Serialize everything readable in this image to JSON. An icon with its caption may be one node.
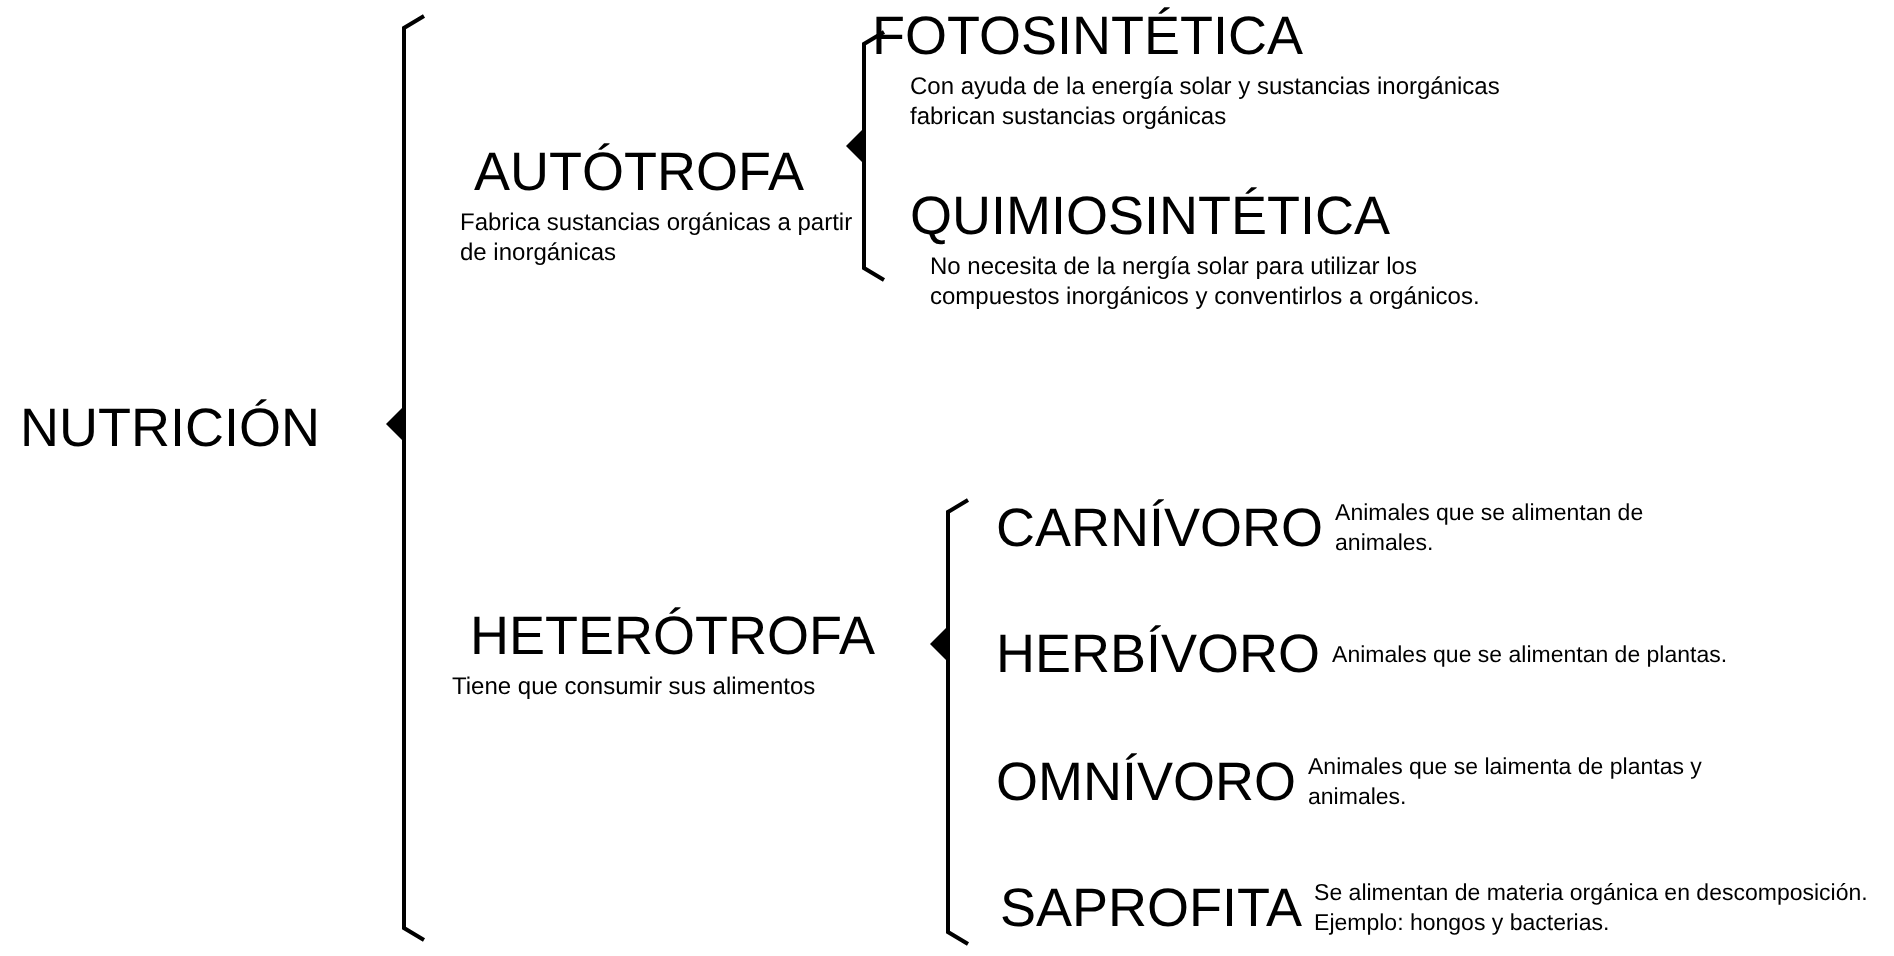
{
  "diagram": {
    "nodes": [
      {
        "text": [
          "NUTRICIÓN"
        ]
      },
      {
        "text": [
          "AUTÓTROFA",
          "Fabrica sustancias orgánicas a partir de inorgánicas"
        ]
      },
      {
        "text": [
          "FOTOSINTÉTICA",
          "Con ayuda de la energía solar y sustancias inorgánicas fabrican sustancias orgánicas"
        ]
      },
      {
        "text": [
          "QUIMIOSINTÉTICA",
          "No necesita de la nergía solar para utilizar los compuestos inorgánicos y conventirlos a orgánicos."
        ]
      },
      {
        "text": [
          "HETERÓTROFA",
          "Tiene que consumir sus alimentos"
        ]
      },
      {
        "text": [
          "CARNÍVORO",
          "Animales que se alimentan de animales."
        ]
      },
      {
        "text": [
          "HERBÍVORO",
          "Animales que se alimentan de plantas."
        ]
      },
      {
        "text": [
          "OMNÍVORO",
          "Animales que se laimenta de plantas y animales."
        ]
      },
      {
        "text": [
          "SAPROFITA",
          "Se alimentan de materia orgánica en descomposición. Ejemplo: hongos y bacterias."
        ]
      }
    ]
  }
}
